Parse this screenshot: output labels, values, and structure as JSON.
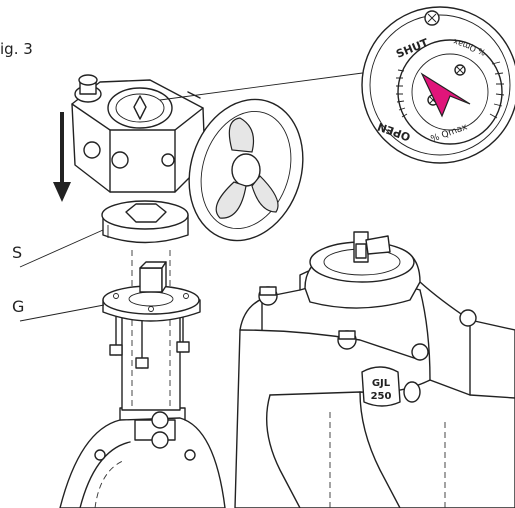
{
  "figure": {
    "label": "ig. 3"
  },
  "callouts": {
    "s": "S",
    "g": "G"
  },
  "indicator": {
    "shut": "SHUT",
    "open": "OPEN",
    "qmax_top": "% Qmax",
    "qmax_bottom": "% Qmax",
    "pointer_color": "#e0157a"
  },
  "valve_badge": {
    "line1": "GJL",
    "line2": "250"
  },
  "colors": {
    "outline": "#222222",
    "pointer": "#e0157a"
  }
}
